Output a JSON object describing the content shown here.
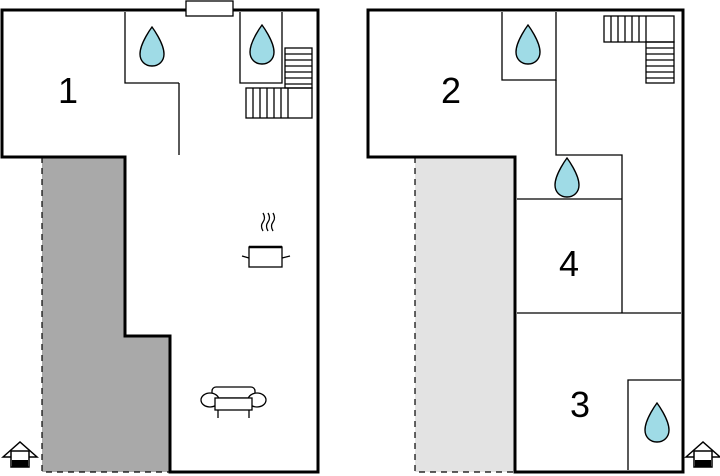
{
  "floor_plan": {
    "room_numbers": [
      "1",
      "2",
      "3",
      "4"
    ],
    "terrace_colors": {
      "ground_floor": "#a9a9a9",
      "upper_floor": "#e3e3e3"
    },
    "icons": [
      "water-drop-icon",
      "stairs-icon",
      "cooking-pot-icon",
      "sofa-icon",
      "house-entrance-icon"
    ]
  }
}
